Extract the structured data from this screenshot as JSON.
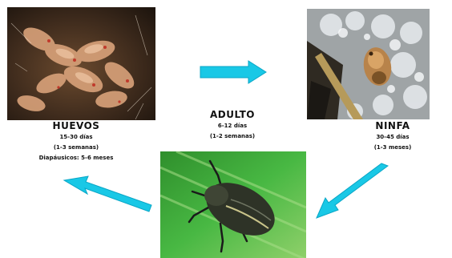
{
  "colors": {
    "arrow": "#19c8e6",
    "arrow_edge": "#0aa6c6",
    "leaf": "#3fae3a"
  },
  "icons": {
    "cycle_arrow": "arrow-icon"
  },
  "stages": {
    "eggs": {
      "title": "HUEVOS",
      "lines": [
        "15-30 días",
        "(1-3 semanas)",
        "Diapáusicos: 5-6 meses"
      ]
    },
    "adult": {
      "title": "ADULTO",
      "lines": [
        "6-12 días",
        "(1-2 semanas)"
      ]
    },
    "nymph": {
      "title": "NINFA",
      "lines": [
        "30-45 días",
        "(1-3 meses)"
      ]
    }
  }
}
